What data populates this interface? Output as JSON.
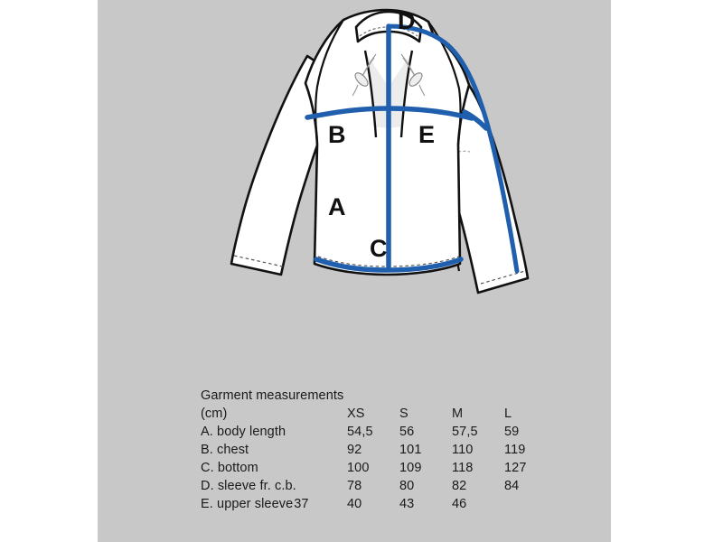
{
  "figure": {
    "background_color": "#c8c8c8",
    "page_color": "#ffffff",
    "measure_line_color": "#1f5fae",
    "outline_color": "#111111",
    "garment_fill": "#ffffff",
    "shade_fill": "#e3e3e3",
    "callouts": [
      {
        "letter": "D",
        "name": "callout-d"
      },
      {
        "letter": "B",
        "name": "callout-b"
      },
      {
        "letter": "E",
        "name": "callout-e"
      },
      {
        "letter": "A",
        "name": "callout-a"
      },
      {
        "letter": "C",
        "name": "callout-c"
      }
    ]
  },
  "table": {
    "title": "Garment measurements",
    "unit_label": "(cm)",
    "sizes": [
      "XS",
      "S",
      "M",
      "L"
    ],
    "rows": [
      {
        "label": "A. body length",
        "inline_extra": "",
        "values": [
          "54,5",
          "56",
          "57,5",
          "59"
        ]
      },
      {
        "label": "B. chest",
        "inline_extra": "",
        "values": [
          "92",
          "101",
          "110",
          "119"
        ]
      },
      {
        "label": "C. bottom",
        "inline_extra": "",
        "values": [
          "100",
          "109",
          "118",
          "127"
        ]
      },
      {
        "label": "D. sleeve fr. c.b.",
        "inline_extra": "",
        "values": [
          "78",
          "80",
          "82",
          "84"
        ]
      },
      {
        "label": "E. upper sleeve",
        "inline_extra": "37",
        "values": [
          "40",
          "43",
          "46",
          ""
        ]
      }
    ]
  }
}
